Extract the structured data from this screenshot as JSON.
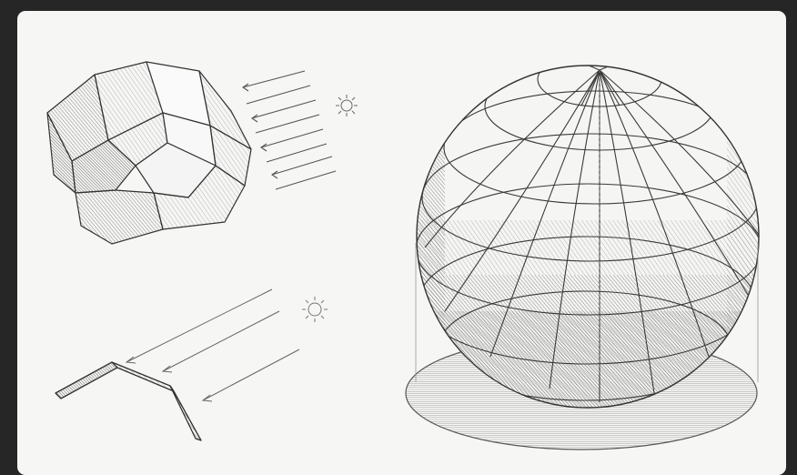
{
  "image": {
    "frame_color": "#262626",
    "paper_color": "#f6f6f4",
    "ink_color": "#3a3a3a",
    "subjects": [
      "faceted-polyhedron",
      "light-rays",
      "bent-plane",
      "faceted-sphere",
      "cast-shadow"
    ]
  }
}
